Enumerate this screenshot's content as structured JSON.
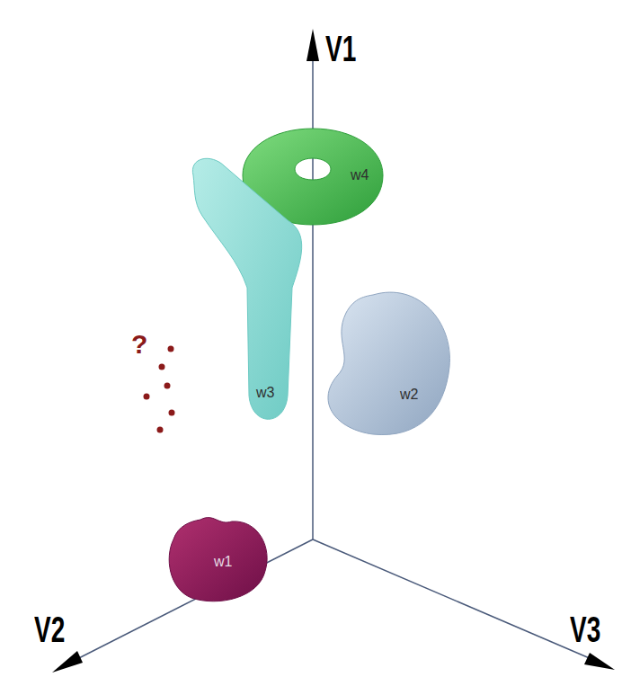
{
  "diagram": {
    "nodes": [
      {
        "text": [
          "w4"
        ]
      },
      {
        "text": [
          "w3"
        ]
      },
      {
        "text": [
          "w2"
        ]
      },
      {
        "text": [
          "w1"
        ]
      }
    ],
    "labels": [
      "V1",
      "?",
      "V2",
      "V3"
    ]
  }
}
